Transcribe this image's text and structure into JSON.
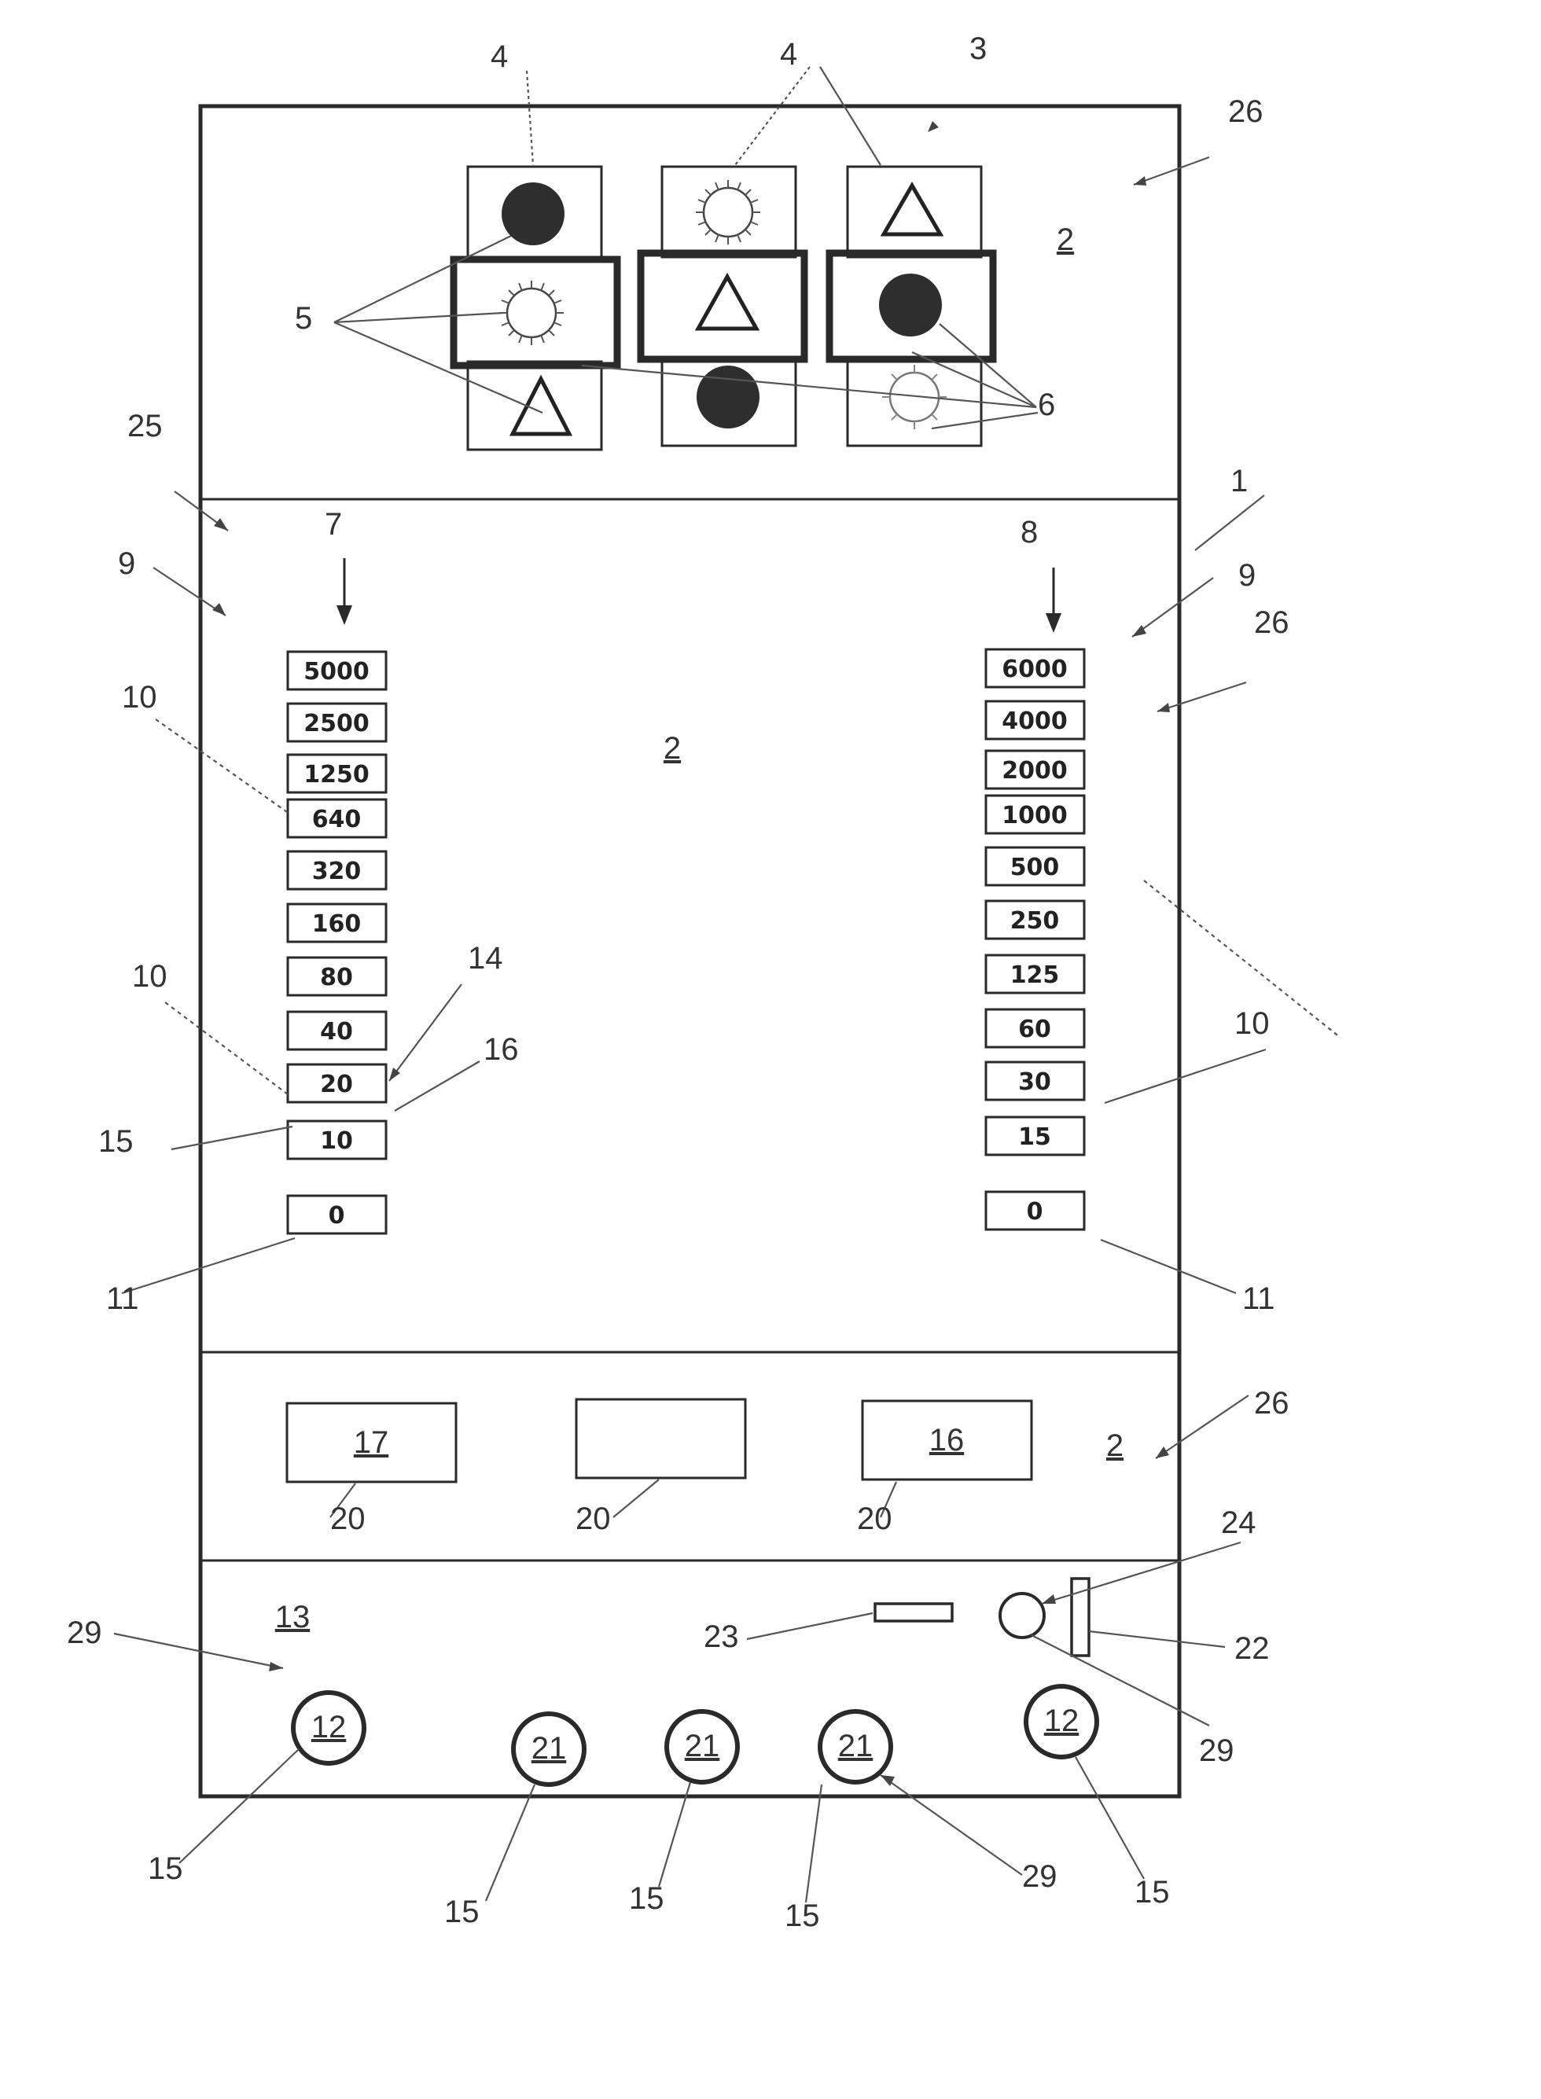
{
  "ref_numerals": {
    "device": "1",
    "panel_face": "2",
    "symbol_row": "3",
    "symbol_block": "4",
    "symbols": "5",
    "selection_frame": "6",
    "left_column": "7",
    "right_column": "8",
    "scale": "9",
    "scale_field": "10",
    "zero_field": "11",
    "dial": "12",
    "bottom_section": "13",
    "marker": "14",
    "element": "15",
    "edge": "16",
    "display_left": "17",
    "display_box": "20",
    "knob": "21",
    "slot_vertical": "22",
    "slot_horizontal": "23",
    "indicator": "24",
    "section": "25",
    "border": "26",
    "arrow_pointer": "29"
  },
  "left_scale_values": [
    "5000",
    "2500",
    "1250",
    "640",
    "320",
    "160",
    "80",
    "40",
    "20",
    "10",
    "0"
  ],
  "right_scale_values": [
    "6000",
    "4000",
    "2000",
    "1000",
    "500",
    "250",
    "125",
    "60",
    "30",
    "15",
    "0"
  ],
  "display_labels": {
    "left": "17",
    "middle": "",
    "right": "16"
  },
  "knob_labels": [
    "12",
    "21",
    "21",
    "21",
    "12"
  ]
}
